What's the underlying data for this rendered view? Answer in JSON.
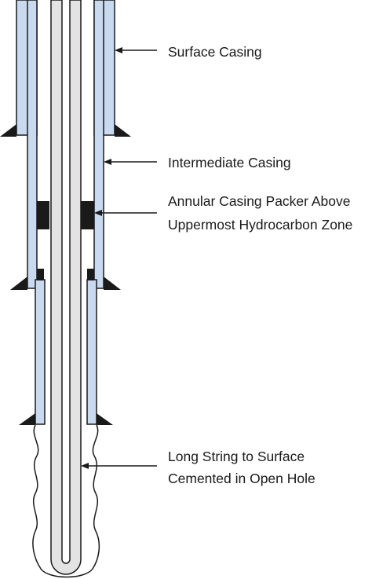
{
  "labels": {
    "surface_casing": "Surface Casing",
    "intermediate_casing": "Intermediate Casing",
    "packer_line1": "Annular Casing Packer Above",
    "packer_line2": "Uppermost Hydrocarbon Zone",
    "long_string_line1": "Long String to Surface",
    "long_string_line2": "Cemented in Open Hole"
  },
  "colors": {
    "casing_fill": "#c9daf0",
    "tubing_fill": "#e3e3e3",
    "packer_fill": "#1a1a1a",
    "stroke": "#1a1a1a"
  }
}
